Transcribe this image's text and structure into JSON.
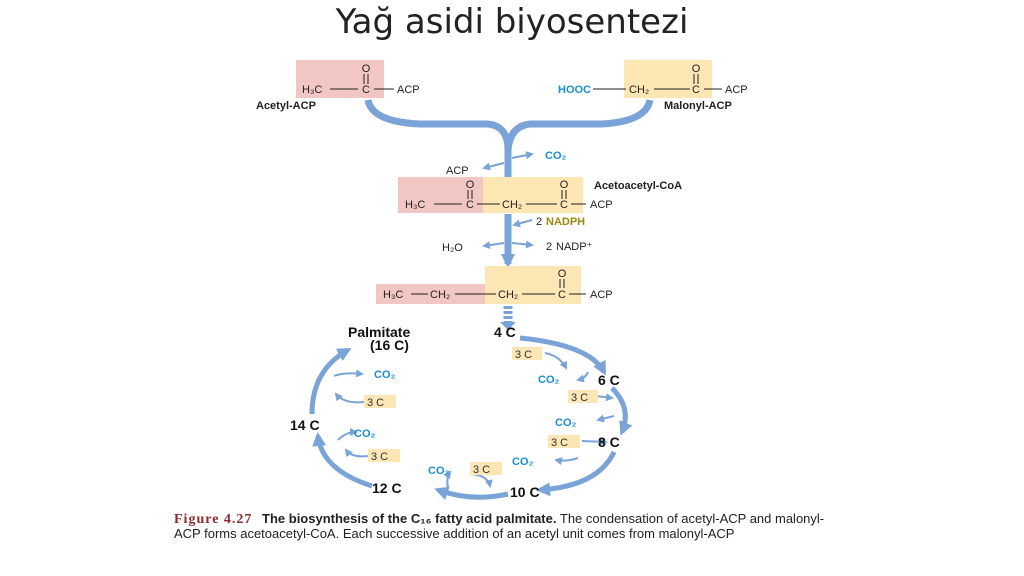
{
  "title": "Yağ asidi biyosentezi",
  "colors": {
    "arrow": "#7aa4d8",
    "pink": "#f2c7c3",
    "yellow": "#fbe6b4",
    "cyan": "#1a8fd0",
    "nadph": "#9a8a10"
  },
  "molecules": {
    "acetyl_acp": {
      "formula_left": "H₃C",
      "carbonyl_c": "C",
      "oxygen": "O",
      "acp": "ACP",
      "name": "Acetyl-ACP"
    },
    "malonyl_acp": {
      "hooc": "HOOC",
      "ch2": "CH₂",
      "carbonyl_c": "C",
      "oxygen": "O",
      "acp": "ACP",
      "name": "Malonyl-ACP"
    },
    "acetoacetyl": {
      "h3c": "H₃C",
      "c1": "C",
      "ch2": "CH₂",
      "c2": "C",
      "o1": "O",
      "o2": "O",
      "acp": "ACP",
      "name": "Acetoacetyl-CoA"
    },
    "butyryl": {
      "h3c": "H₃C",
      "ch2a": "CH₂",
      "ch2b": "CH₂",
      "c": "C",
      "o": "O",
      "acp": "ACP"
    }
  },
  "side_products": {
    "acp_out": "ACP",
    "co2_out": "CO₂",
    "nadph": "NADPH",
    "nadph_count": "2",
    "nadp": "NADP⁺",
    "nadp_count": "2",
    "h2o": "H₂O"
  },
  "cycle": {
    "palmitate": "Palmitate",
    "palmitate_sub": "(16 C)",
    "steps": [
      "4 C",
      "6 C",
      "8 C",
      "10 C",
      "12 C",
      "14 C"
    ],
    "add_label": "3 C",
    "co2_label": "CO₂"
  },
  "caption": {
    "figure_label": "Figure 4.27",
    "lead": "The biosynthesis of the C₁₆ fatty acid palmitate.",
    "text": "The condensation of acetyl-ACP and malonyl-ACP forms acetoacetyl-CoA. Each successive addition of an acetyl unit comes from malonyl-ACP"
  }
}
